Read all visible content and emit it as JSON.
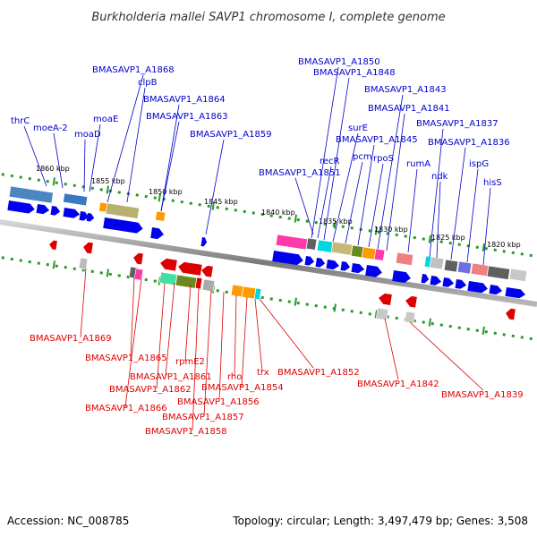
{
  "title": "Burkholderia mallei SAVP1 chromosome I, complete genome",
  "footer": {
    "accession": "Accession: NC_008785",
    "stats": "Topology: circular; Length: 3,497,479 bp; Genes: 3,508"
  },
  "colors": {
    "top_labels": "#0000cc",
    "bottom_labels": "#dd0000",
    "axis": "#8a8a8a",
    "dots": "#2a9a2a"
  },
  "kbp_labels": [
    "1860 kbp",
    "1855 kbp",
    "1850 kbp",
    "1845 kbp",
    "1840 kbp",
    "1835 kbp",
    "1830 kbp",
    "1825 kbp",
    "1820 kbp"
  ],
  "top_labels": [
    "thrC",
    "moeA-2",
    "moaD",
    "moaE",
    "clpB",
    "BMASAVP1_A1868",
    "BMASAVP1_A1864",
    "BMASAVP1_A1863",
    "BMASAVP1_A1859",
    "BMASAVP1_A1851",
    "recR",
    "BMASAVP1_A1850",
    "BMASAVP1_A1848",
    "surE",
    "pcm",
    "BMASAVP1_A1845",
    "rpoS",
    "BMASAVP1_A1843",
    "BMASAVP1_A1841",
    "rumA",
    "ndk",
    "BMASAVP1_A1837",
    "BMASAVP1_A1836",
    "ispG",
    "hisS"
  ],
  "bottom_labels": [
    "BMASAVP1_A1869",
    "BMASAVP1_A1865",
    "BMASAVP1_A1866",
    "rpmE2",
    "BMASAVP1_A1861",
    "BMASAVP1_A1862",
    "BMASAVP1_A1857",
    "BMASAVP1_A1858",
    "rho",
    "BMASAVP1_A1856",
    "BMASAVP1_A1854",
    "trx",
    "BMASAVP1_A1852",
    "BMASAVP1_A1842",
    "BMASAVP1_A1839"
  ]
}
